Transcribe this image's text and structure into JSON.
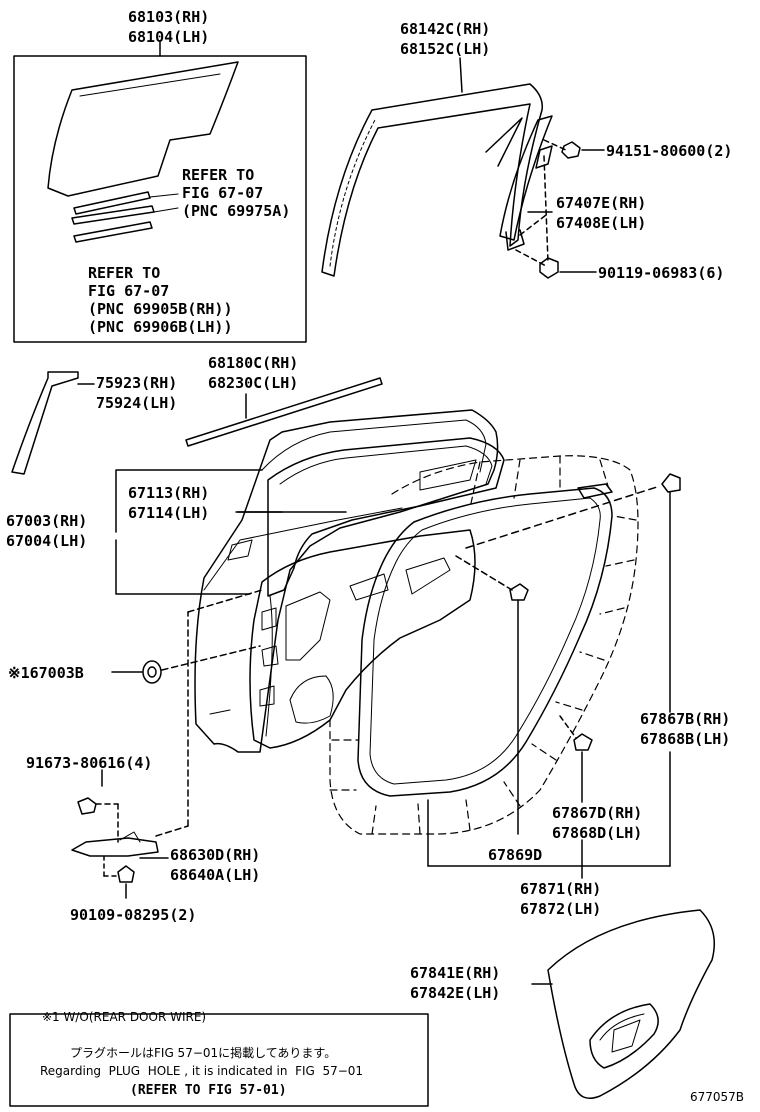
{
  "colors": {
    "ink": "#000000",
    "paper": "#ffffff"
  },
  "parts": {
    "glass": {
      "rh": "68103(RH)",
      "lh": "68104(LH)"
    },
    "refer_a": {
      "l1": "REFER TO",
      "l2": "FIG 67-07",
      "l3": "(PNC 69975A)"
    },
    "refer_b": {
      "l1": "REFER TO",
      "l2": "FIG 67-07",
      "l3": "(PNC 69905B(RH))",
      "l4": "(PNC 69906B(LH))"
    },
    "run_channel": {
      "rh": "68142C(RH)",
      "lh": "68152C(LH)"
    },
    "screw_94151": "94151-80600(2)",
    "sash": {
      "rh": "67407E(RH)",
      "lh": "67408E(LH)"
    },
    "screw_90119": "90119-06983(6)",
    "garnish": {
      "rh": "75923(RH)",
      "lh": "75924(LH)"
    },
    "belt_weather": {
      "rh": "68180C(RH)",
      "lh": "68230C(LH)"
    },
    "door_weather": {
      "rh": "67113(RH)",
      "lh": "67114(LH)"
    },
    "door_panel": {
      "rh": "67003(RH)",
      "lh": "67004(LH)"
    },
    "plug": {
      "mark": "※1",
      "num": "67003B"
    },
    "bolt_91673": "91673-80616(4)",
    "hinge": {
      "rh": "68630D(RH)",
      "lh": "68640A(LH)"
    },
    "bolt_90109": "90109-08295(2)",
    "weatherstrip_b": {
      "rh": "67867B(RH)",
      "lh": "67868B(LH)"
    },
    "weatherstrip_d": {
      "rh": "67867D(RH)",
      "lh": "67868D(LH)"
    },
    "weatherstrip_clip": "67869D",
    "weatherstrip_main": {
      "rh": "67871(RH)",
      "lh": "67872(LH)"
    },
    "service_hole_cover": {
      "rh": "67841E(RH)",
      "lh": "67842E(LH)"
    }
  },
  "notes": {
    "footnote": "※1 W/O(REAR DOOR WIRE)",
    "jp": "プラグホールはFIG 57−01に掲載してあります。",
    "en": "Regarding  PLUG  HOLE , it is indicated in  FIG  57−01",
    "refer": "(REFER TO FIG 57-01)",
    "figure_id": "677057B"
  }
}
